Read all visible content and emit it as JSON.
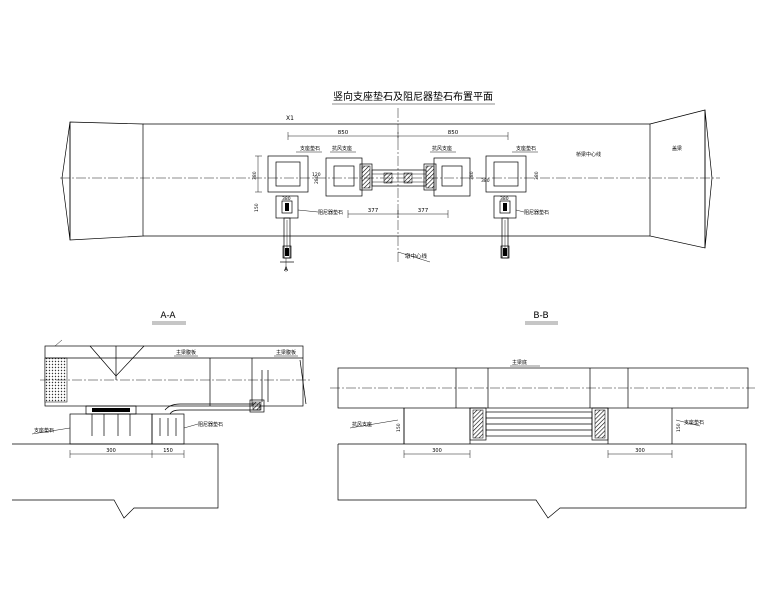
{
  "plan": {
    "title": "竖向支座垫石及阻尼器垫石布置平面",
    "grid_ref": "X1",
    "dim_850_left": "850",
    "dim_850_right": "850",
    "dim_377_left": "377",
    "dim_377_right": "377",
    "dim_380": "380",
    "dim_380b": "380",
    "dim_380c": "380",
    "dim_380d": "380",
    "dim_380e": "380",
    "dim_380f": "380",
    "dim_280": "280",
    "dim_150": "150",
    "dim_120": "120",
    "label_support_stone_l": "支座垫石",
    "label_support_stone_r": "支座垫石",
    "label_wind_l": "抗风支座",
    "label_wind_r": "抗风支座",
    "label_damper_stone_l": "阻尼器垫石",
    "label_damper_stone_r": "阻尼器垫石",
    "label_centerline": "桥梁中心线",
    "label_pier_center": "墩中心线",
    "label_cap": "盖梁",
    "label_section_mark": "A"
  },
  "section_a": {
    "title": "A-A",
    "label_main_beam": "主梁腹板",
    "label_main_beam2": "主梁腹板",
    "label_stone": "支座垫石",
    "label_damper_stone": "阻尼器垫石",
    "dim_300": "300",
    "dim_150": "150"
  },
  "section_b": {
    "title": "B-B",
    "label_beam": "主梁底",
    "label_stone_l": "抗风支座",
    "label_stone_r": "支座垫石",
    "dim_300_l": "300",
    "dim_300_r": "300",
    "dim_150_l": "150",
    "dim_150_r": "150"
  }
}
